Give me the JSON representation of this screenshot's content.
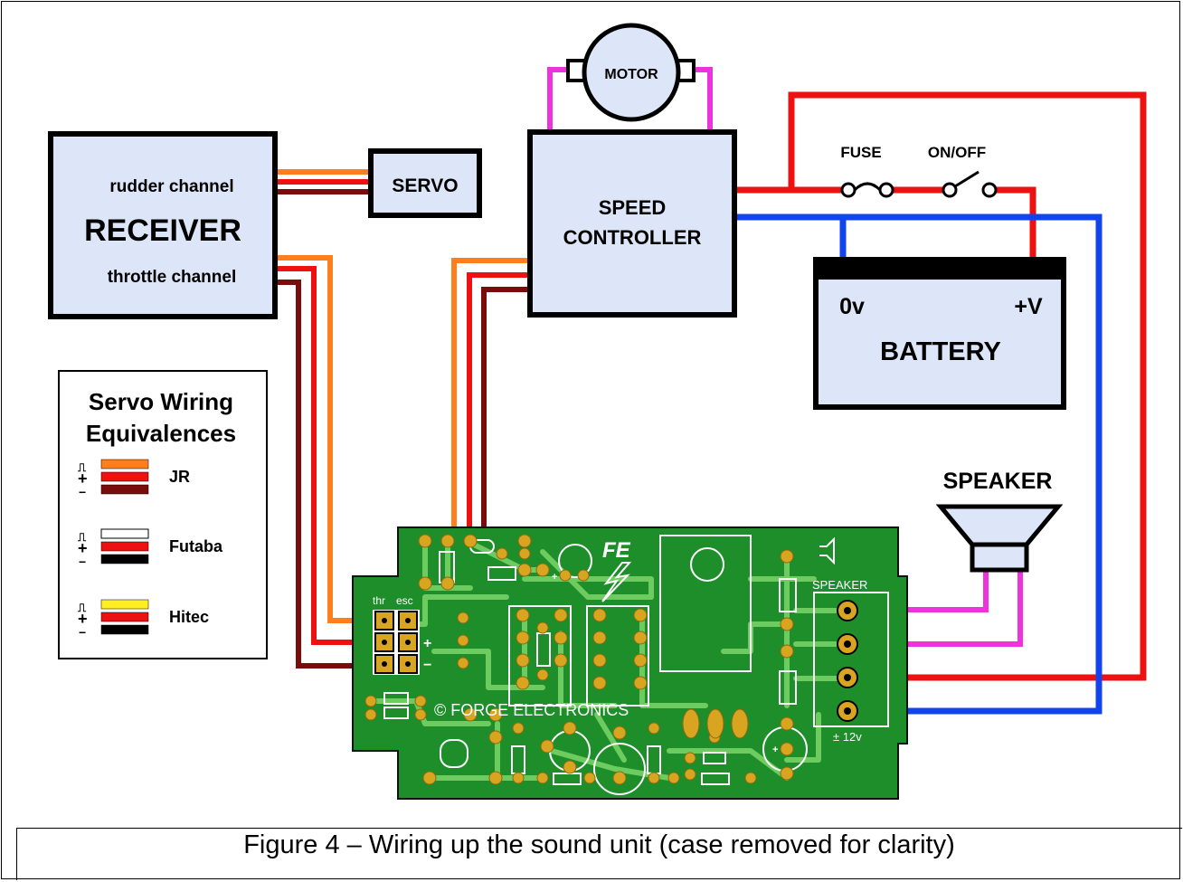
{
  "components": {
    "receiver": {
      "title": "RECEIVER",
      "rudder_label": "rudder channel",
      "throttle_label": "throttle channel"
    },
    "servo": "SERVO",
    "motor": "MOTOR",
    "speed_controller": {
      "line1": "SPEED",
      "line2": "CONTROLLER"
    },
    "fuse": "FUSE",
    "switch": "ON/OFF",
    "battery": {
      "title": "BATTERY",
      "neg": "0v",
      "pos": "+V"
    },
    "speaker": "SPEAKER"
  },
  "legend": {
    "title_line1": "Servo Wiring",
    "title_line2": "Equivalences",
    "entries": [
      {
        "name": "JR",
        "colors": [
          "#ff7f1e",
          "#ee1111",
          "#7a0c0c"
        ]
      },
      {
        "name": "Futaba",
        "colors": [
          "#ffffff",
          "#ee1111",
          "#000000"
        ]
      },
      {
        "name": "Hitec",
        "colors": [
          "#ffee22",
          "#ee1111",
          "#000000"
        ]
      }
    ],
    "signal_symbol": "⎍",
    "plus_symbol": "+",
    "minus_symbol": "−"
  },
  "pcb": {
    "brand": "FE",
    "copyright": "© FORGE ELECTRONICS",
    "thr_label": "thr",
    "esc_label": "esc",
    "speaker_label": "SPEAKER",
    "power_label": "± 12v",
    "plus": "+",
    "minus": "−"
  },
  "colors": {
    "box_fill": "#dde6f8",
    "pcb_green": "#1d8e2a",
    "trace_green": "#6ecb60",
    "pad_gold": "#d9a520",
    "wire_red": "#ee1111",
    "wire_blue": "#1144ee",
    "wire_orange": "#ff7f1e",
    "wire_darkred": "#7a0c0c",
    "wire_magenta": "#ee33dd"
  },
  "caption": "Figure 4 – Wiring up the sound unit (case removed for clarity)"
}
